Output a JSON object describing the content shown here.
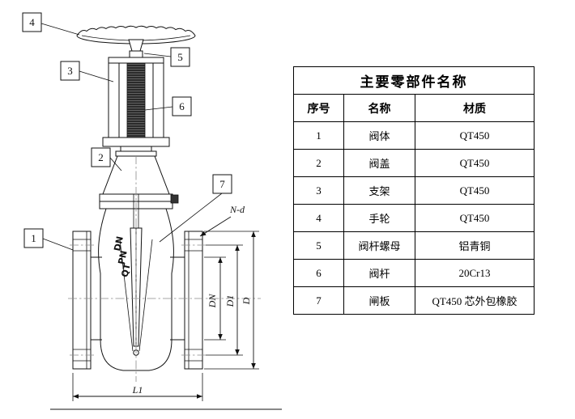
{
  "table": {
    "title": "主要零部件名称",
    "headers": [
      "序号",
      "名称",
      "材质"
    ],
    "rows": [
      {
        "no": "1",
        "name": "阀体",
        "material": "QT450"
      },
      {
        "no": "2",
        "name": "阀盖",
        "material": "QT450"
      },
      {
        "no": "3",
        "name": "支架",
        "material": "QT450"
      },
      {
        "no": "4",
        "name": "手轮",
        "material": "QT450"
      },
      {
        "no": "5",
        "name": "阀杆螺母",
        "material": "铝青铜"
      },
      {
        "no": "6",
        "name": "阀杆",
        "material": "20Cr13"
      },
      {
        "no": "7",
        "name": "闸板",
        "material": "QT450 芯外包橡胶"
      }
    ]
  },
  "drawing": {
    "callouts": [
      "1",
      "2",
      "3",
      "4",
      "5",
      "6",
      "7"
    ],
    "body_marks": [
      "DN",
      "PN",
      "QT"
    ],
    "dim_labels": {
      "nd": "N-d",
      "dn": "DN",
      "d1": "D1",
      "d": "D",
      "l1": "L1"
    }
  }
}
